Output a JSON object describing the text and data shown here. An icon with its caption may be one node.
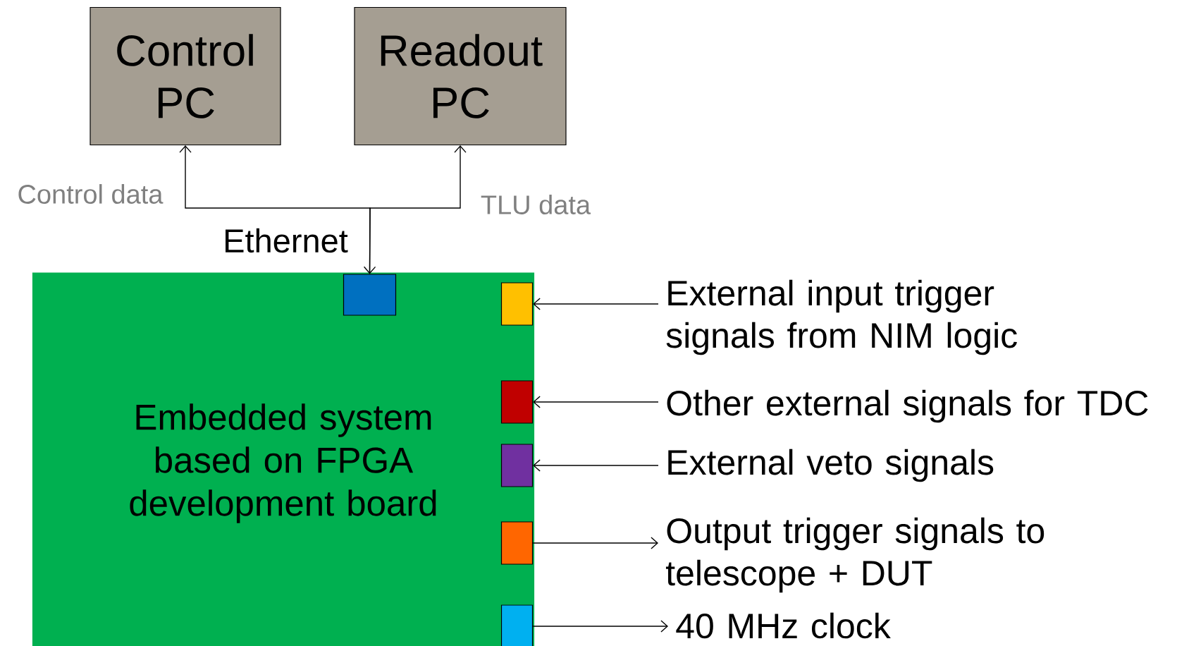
{
  "diagram": {
    "nodes": [
      {
        "text": [
          "Control PC"
        ]
      },
      {
        "text": [
          "Readout PC"
        ]
      },
      {
        "text": [
          "Embedded system based on FPGA development board"
        ]
      },
      {
        "text": [],
        "shape": "box",
        "in": 2
      },
      {
        "text": [],
        "shape": "box",
        "in": 2
      },
      {
        "text": [],
        "shape": "box",
        "in": 2
      },
      {
        "text": [],
        "shape": "box",
        "in": 2
      },
      {
        "text": [],
        "shape": "box",
        "in": 2
      },
      {
        "text": [],
        "shape": "box",
        "in": 2
      },
      {
        "text": [
          "External input trigger signals from NIM logic"
        ]
      },
      {
        "text": [
          "Other external signals for TDC"
        ]
      },
      {
        "text": [
          "External veto signals"
        ]
      },
      {
        "text": [
          "Output trigger signals to telescope + DUT"
        ]
      },
      {
        "text": [
          "40 MHz clock"
        ]
      }
    ],
    "edges": [
      {
        "from": 3,
        "to": 0,
        "arrow": "both",
        "label": "Control data"
      },
      {
        "from": 3,
        "to": 1,
        "arrow": "to",
        "label": "TLU data"
      },
      {
        "from": 9,
        "to": 4,
        "arrow": "to"
      },
      {
        "from": 10,
        "to": 5,
        "arrow": "to"
      },
      {
        "from": 11,
        "to": 6,
        "arrow": "to"
      },
      {
        "from": 7,
        "to": 12,
        "arrow": "to"
      },
      {
        "from": 8,
        "to": 13,
        "arrow": "to"
      }
    ],
    "labels": [
      "Ethernet"
    ]
  }
}
